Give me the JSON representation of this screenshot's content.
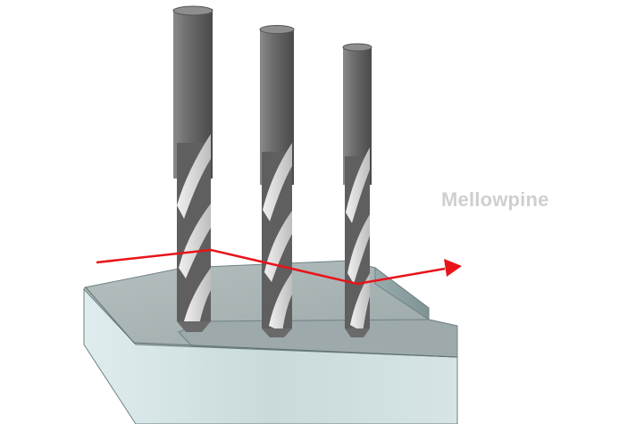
{
  "image": {
    "watermark": "Mellowpine",
    "colors": {
      "watermark": "#cfcfcf",
      "toolpath_arrow": "#e8141a",
      "tool_body": "#6b6b6b",
      "tool_flute": "#d9d9d9",
      "workpiece_top": "#a8b3b4",
      "workpiece_front": "#d2e2e3",
      "workpiece_side": "#8fa3a4"
    },
    "objects": {
      "tools": [
        {
          "name": "drill-bit-left"
        },
        {
          "name": "drill-bit-center"
        },
        {
          "name": "drill-bit-right"
        }
      ],
      "workpiece": {
        "name": "stepped-workpiece"
      },
      "toolpath": {
        "name": "toolpath-arrow"
      }
    }
  }
}
